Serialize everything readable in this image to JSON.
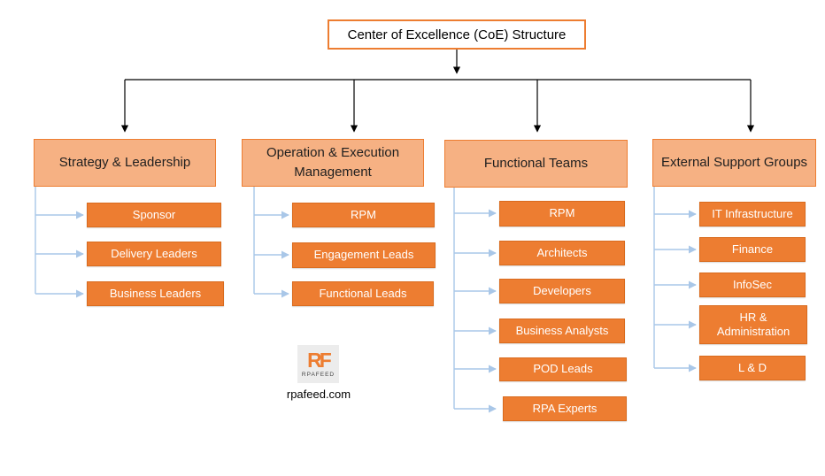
{
  "title": "Center of Excellence (CoE) Structure",
  "branches": [
    {
      "label": "Strategy & Leadership",
      "children": [
        "Sponsor",
        "Delivery Leaders",
        "Business Leaders"
      ]
    },
    {
      "label": "Operation & Execution Management",
      "children": [
        "RPM",
        "Engagement Leads",
        "Functional Leads"
      ]
    },
    {
      "label": "Functional Teams",
      "children": [
        "RPM",
        "Architects",
        "Developers",
        "Business Analysts",
        "POD Leads",
        "RPA Experts"
      ]
    },
    {
      "label": "External Support Groups",
      "children": [
        "IT Infrastructure",
        "Finance",
        "InfoSec",
        "HR & Administration",
        "L & D"
      ]
    }
  ],
  "logo": {
    "initials": "RF",
    "brand": "RPAFEED",
    "website": "rpafeed.com"
  },
  "colors": {
    "title_border": "#ED7D31",
    "header_fill": "#F6B183",
    "header_border": "#ED7D31",
    "child_fill": "#ED7D31",
    "child_border": "#D96B1E",
    "child_text": "#FFFFFF",
    "connector_blue": "#A9C7E8",
    "connector_black": "#000000"
  }
}
